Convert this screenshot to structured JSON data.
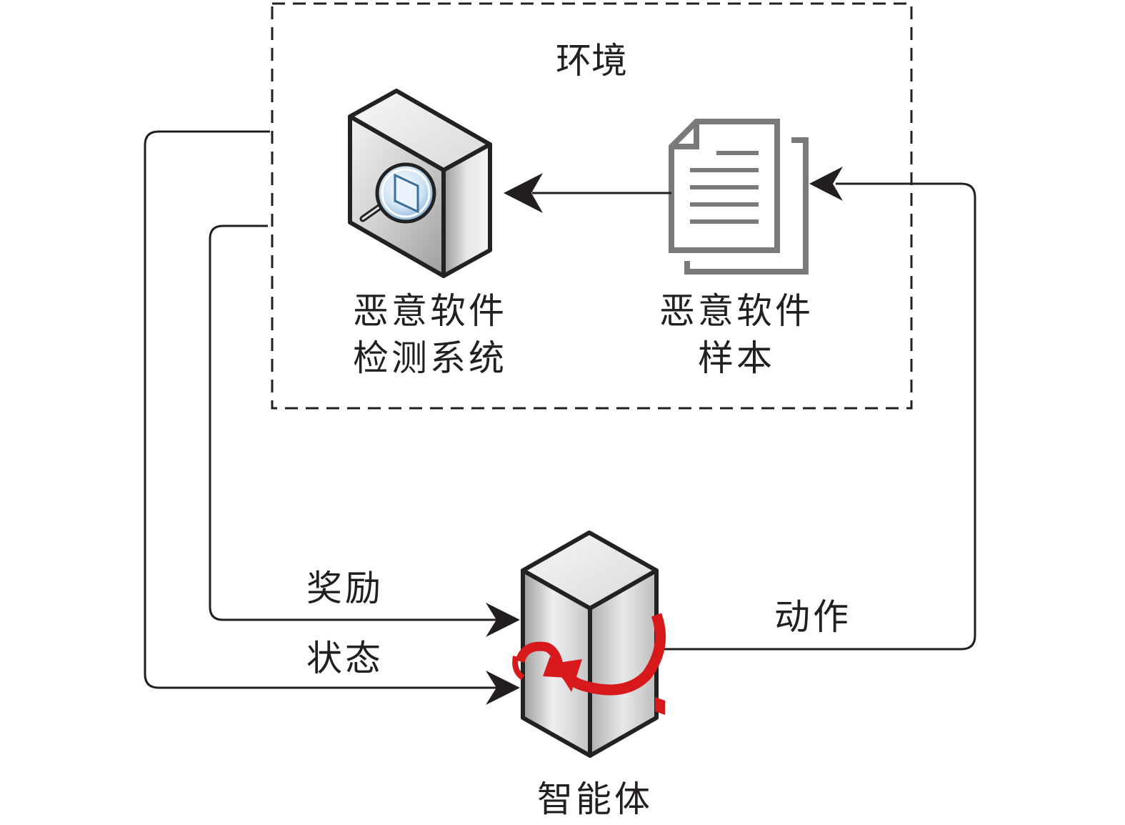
{
  "environment": {
    "title": "环境"
  },
  "detector": {
    "label_line1": "恶意软件",
    "label_line2": "检测系统",
    "icon": "magnifier-server-icon"
  },
  "sample": {
    "label_line1": "恶意软件",
    "label_line2": "样本",
    "icon": "document-stack-icon"
  },
  "agent": {
    "label": "智能体",
    "icon": "server-tower-cycle-icon",
    "accent_color": "#d7191c"
  },
  "edges": {
    "reward": "奖励",
    "state": "状态",
    "action": "动作"
  }
}
